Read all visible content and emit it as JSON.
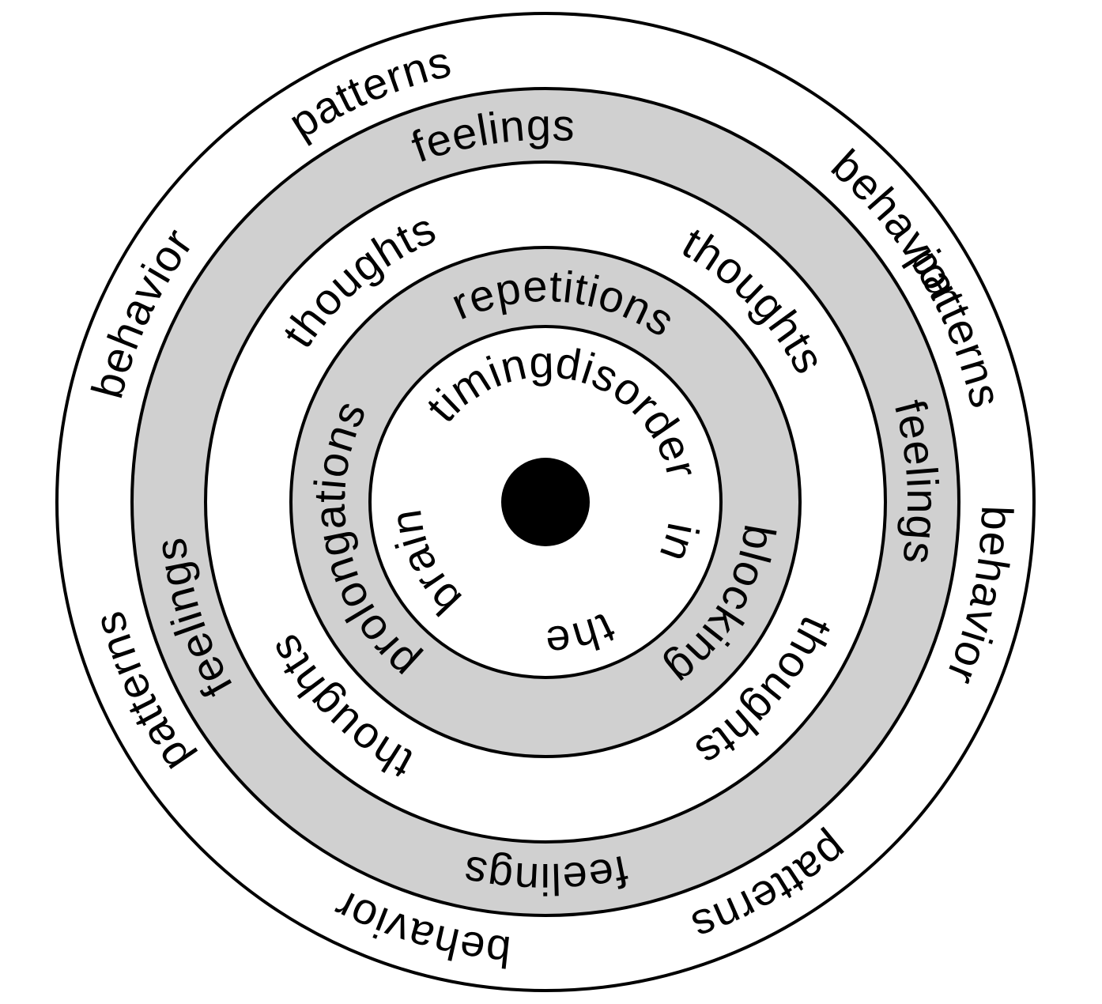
{
  "colors": {
    "stroke": "#000000",
    "band_fill": "#d0d0d0",
    "background": "#ffffff",
    "center_dot": "#000000"
  },
  "rings": {
    "outer": [
      "behavior",
      "patterns",
      "behavior",
      "patterns",
      "behavior",
      "patterns",
      "behavior",
      "patterns"
    ],
    "feelings": [
      "feelings",
      "feelings",
      "feelings",
      "feelings"
    ],
    "thoughts": [
      "thoughts",
      "thoughts",
      "thoughts",
      "thoughts"
    ],
    "symptoms": [
      "repetitions",
      "blocking",
      "prolongations"
    ],
    "core": [
      "timing",
      "disorder",
      "in",
      "the",
      "brain"
    ]
  }
}
